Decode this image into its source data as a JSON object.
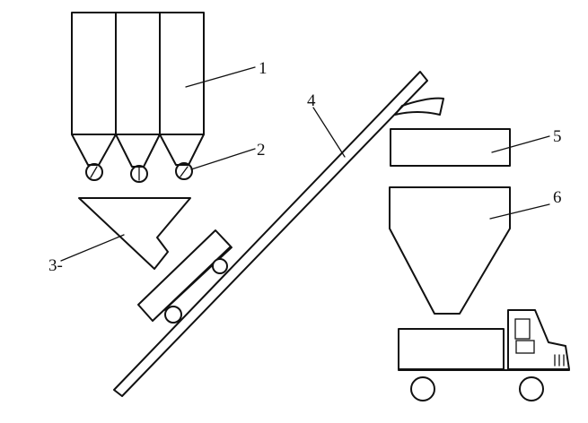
{
  "diagram": {
    "callouts": [
      {
        "id": "1",
        "text": "1",
        "component": "storage-silos"
      },
      {
        "id": "2",
        "text": "2",
        "component": "feeder-valves"
      },
      {
        "id": "3",
        "text": "3-",
        "component": "weighing-hopper"
      },
      {
        "id": "4",
        "text": "4",
        "component": "inclined-belt-conveyor"
      },
      {
        "id": "5",
        "text": "5",
        "component": "receiving-bin"
      },
      {
        "id": "6",
        "text": "6",
        "component": "loading-hopper"
      }
    ],
    "colors": {
      "ink": "#111111",
      "background": "#ffffff"
    }
  }
}
